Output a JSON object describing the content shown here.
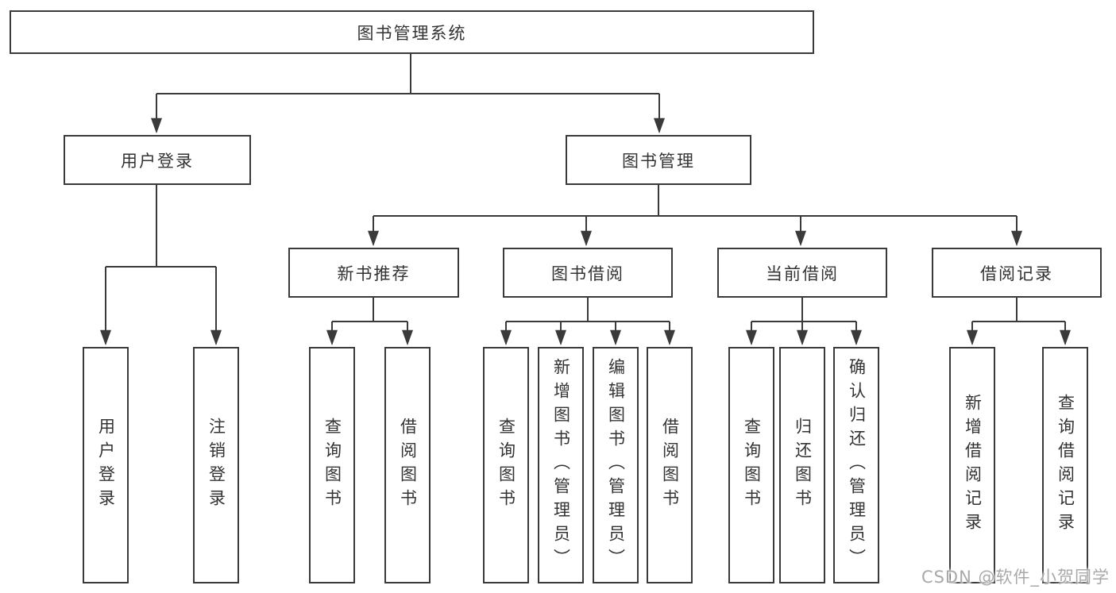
{
  "diagram": {
    "type": "tree",
    "root": {
      "label": "图书管理系统"
    },
    "branches": [
      {
        "label": "用户登录",
        "children": [
          {
            "label": "用户登录"
          },
          {
            "label": "注销登录"
          }
        ]
      },
      {
        "label": "图书管理",
        "children": [
          {
            "label": "新书推荐",
            "children": [
              {
                "label": "查询图书"
              },
              {
                "label": "借阅图书"
              }
            ]
          },
          {
            "label": "图书借阅",
            "children": [
              {
                "label": "查询图书"
              },
              {
                "label": "新增图书（管理员）"
              },
              {
                "label": "编辑图书（管理员）"
              },
              {
                "label": "借阅图书"
              }
            ]
          },
          {
            "label": "当前借阅",
            "children": [
              {
                "label": "查询图书"
              },
              {
                "label": "归还图书"
              },
              {
                "label": "确认归还（管理员）"
              }
            ]
          },
          {
            "label": "借阅记录",
            "children": [
              {
                "label": "新增借阅记录"
              },
              {
                "label": "查询借阅记录"
              }
            ]
          }
        ]
      }
    ]
  },
  "colors": {
    "line": "#3a3a3a",
    "box_border": "#3a3a3a",
    "text": "#333333",
    "watermark": "#a9a9a9",
    "background": "#ffffff"
  },
  "watermark": {
    "text": "CSDN @软件_小贺同学"
  }
}
